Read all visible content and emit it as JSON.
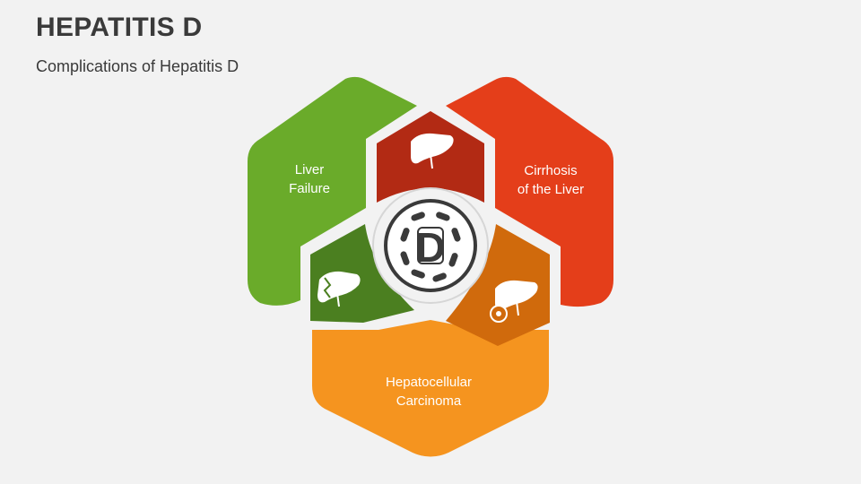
{
  "header": {
    "title": "HEPATITIS D",
    "subtitle": "Complications of Hepatitis D"
  },
  "diagram": {
    "center_letter": "D",
    "segments": [
      {
        "label_line1": "Liver",
        "label_line2": "Failure",
        "color": "#6aab2a"
      },
      {
        "label_line1": "Cirrhosis",
        "label_line2": "of the Liver",
        "color": "#e43e1a"
      },
      {
        "label_line1": "Hepatocellular",
        "label_line2": "Carcinoma",
        "color": "#f5941f"
      }
    ],
    "inner_colors": {
      "top": "#b22a14",
      "left": "#4b7f20",
      "right": "#d06a0c"
    },
    "icons": [
      "liver-icon",
      "damaged-liver-icon",
      "liver-tumor-icon",
      "virus-ring-icon"
    ]
  }
}
